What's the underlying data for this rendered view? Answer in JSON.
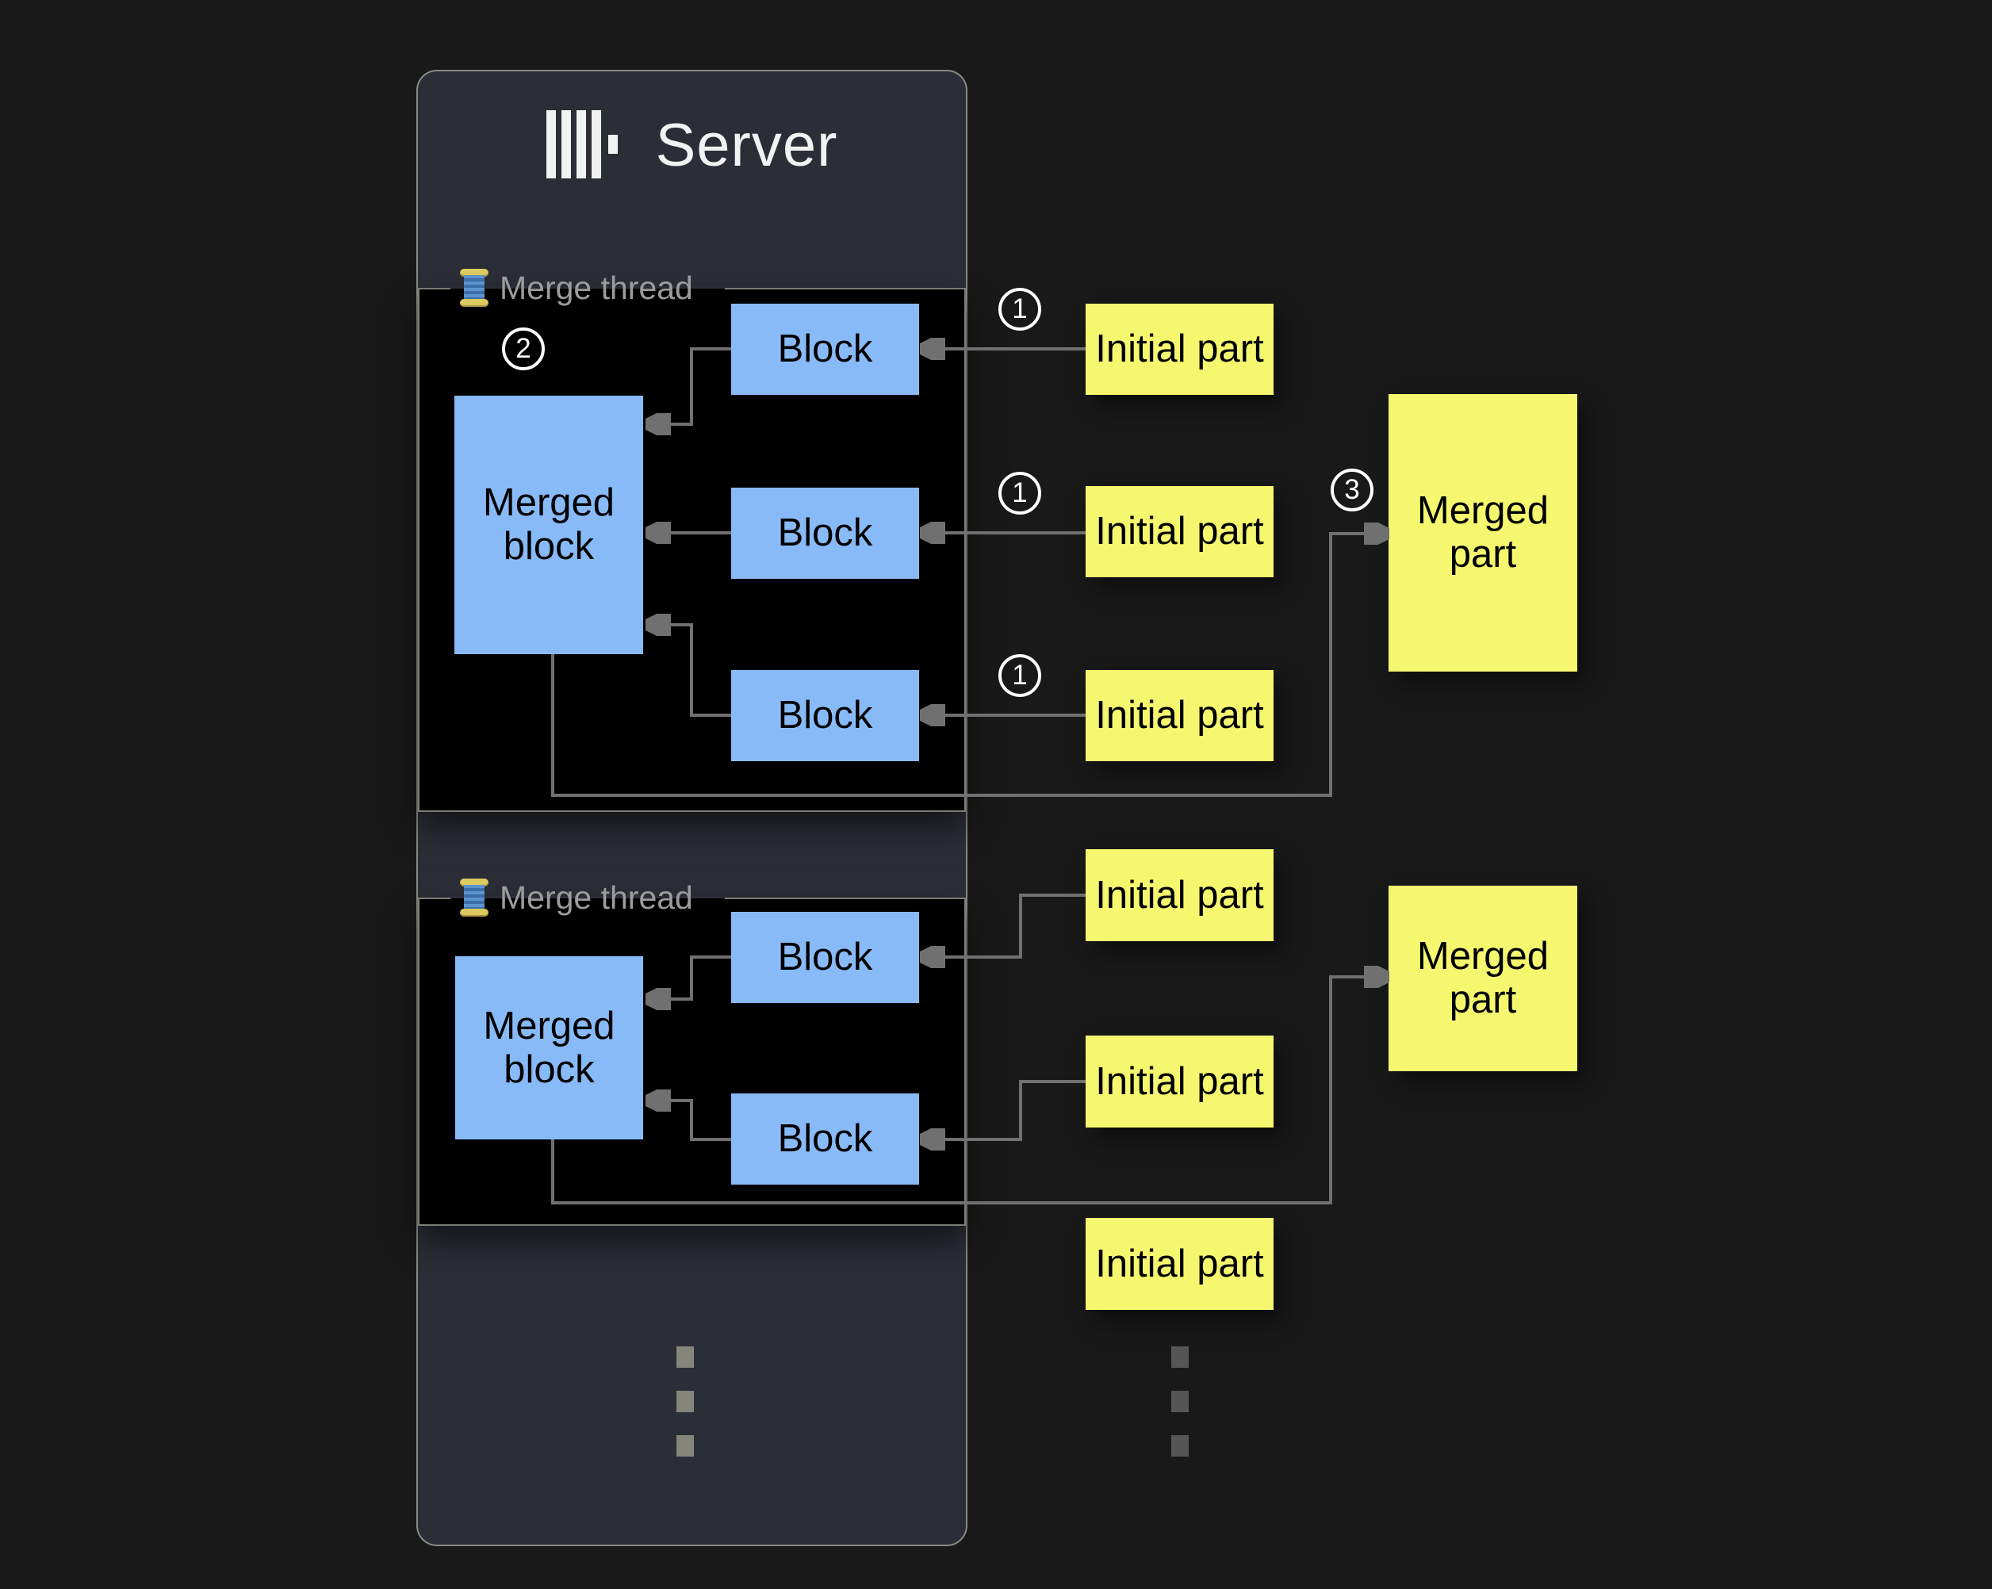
{
  "server": {
    "title": "Server"
  },
  "labels": {
    "merge_thread": "Merge thread",
    "block": "Block",
    "merged_block": "Merged block",
    "initial_part": "Initial part",
    "merged_part": "Merged part"
  },
  "steps": {
    "one": "1",
    "two": "2",
    "three": "3"
  },
  "icons": {
    "server_logo": "clickhouse-bars-icon",
    "merge_thread": "thread-spool-icon"
  },
  "colors": {
    "page_bg": "#191919",
    "panel_bg": "#2b2e36",
    "panel_border": "#8b8b82",
    "thread_box_bg": "#000000",
    "thread_box_border": "#7d7d76",
    "block_fill": "#89baf8",
    "part_fill": "#f5f76f",
    "text_light": "#f2f2f2",
    "label_gray": "#9c9c9c",
    "line_gray": "#707070",
    "dot_left": "#85857c",
    "dot_right": "#565656"
  }
}
